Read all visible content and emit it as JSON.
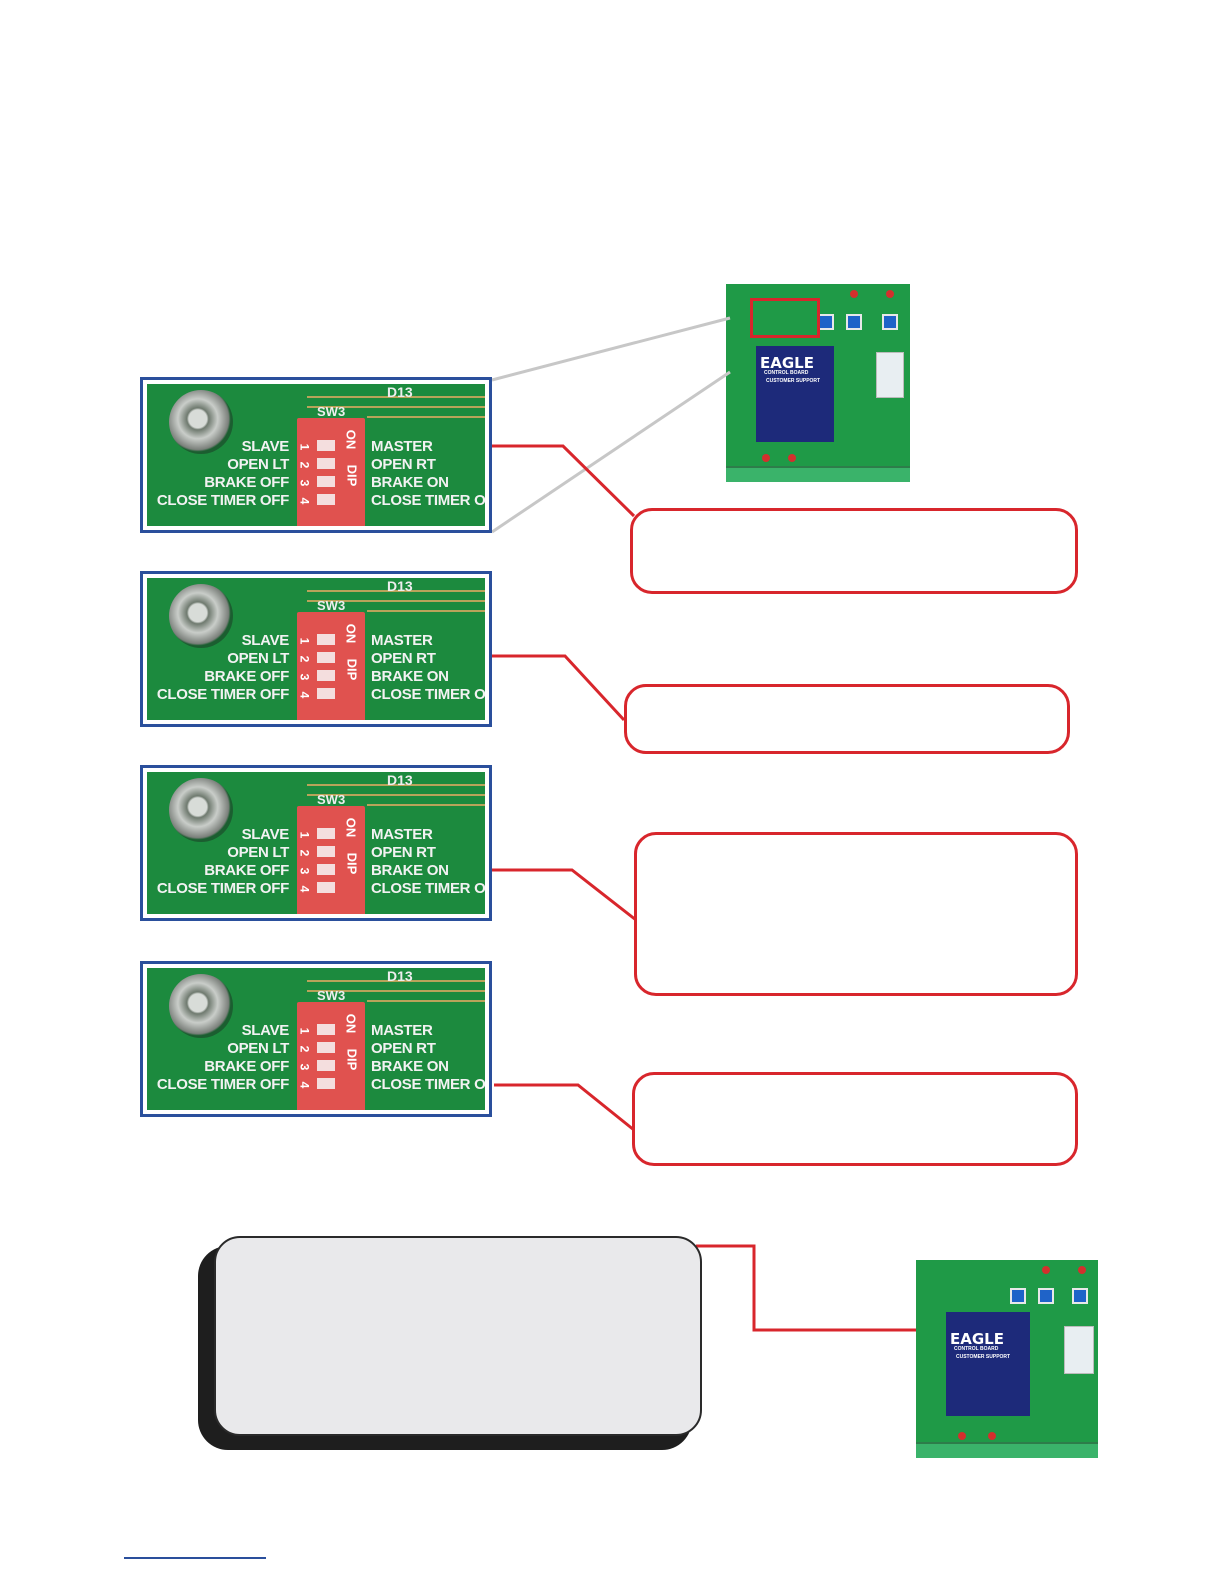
{
  "switch_panel": {
    "header": "D13",
    "switch_name": "SW3",
    "on_label": "ON",
    "dip_label": "DIP",
    "numbers": [
      "1",
      "2",
      "3",
      "4"
    ],
    "left_labels": [
      "SLAVE",
      "OPEN LT",
      "BRAKE OFF",
      "CLOSE TIMER OFF"
    ],
    "right_labels": [
      "MASTER",
      "OPEN RT",
      "BRAKE ON",
      "CLOSE TIMER ON"
    ]
  },
  "board": {
    "brand": "EAGLE",
    "brand_sub": "CONTROL BOARD",
    "support": "CUSTOMER SUPPORT"
  },
  "colors": {
    "callout_border": "#d8262c",
    "panel_border": "#2a4f9c",
    "pcb_green": "#1c8a3e",
    "dip_red": "#e0524f"
  }
}
